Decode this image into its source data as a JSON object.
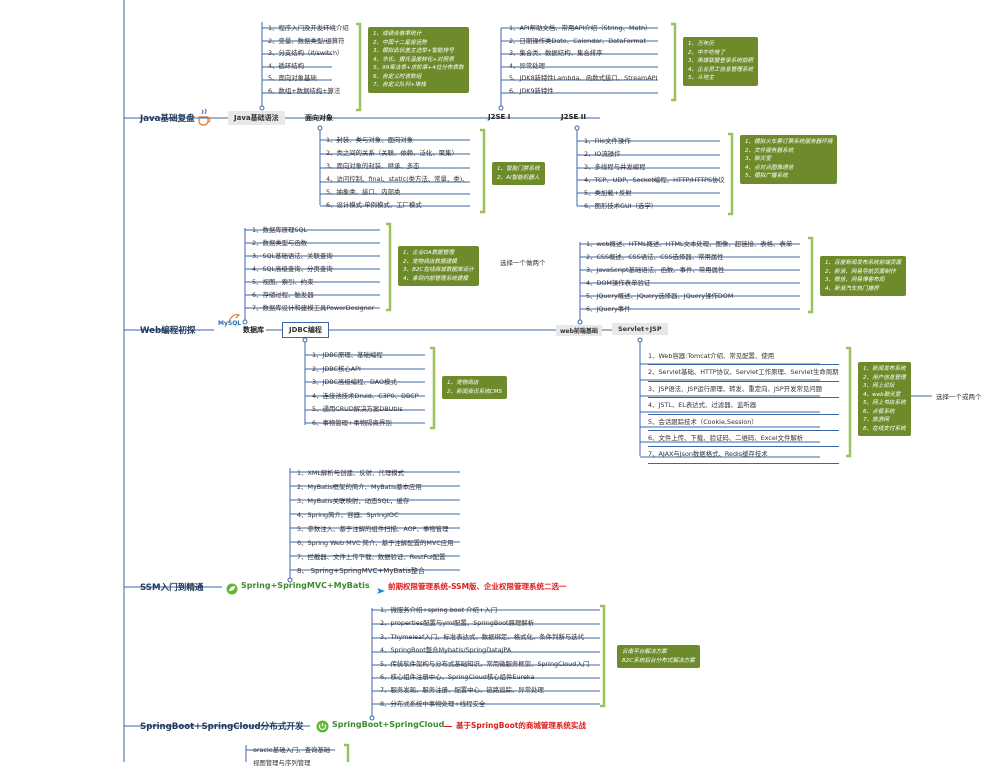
{
  "branch1": {
    "main": "Java基础复盘",
    "sub1": "Java基础语法",
    "sub2": "面向对象",
    "sub3": "J2SE I",
    "sub4": "J2SE II",
    "list_syntax": [
      "1、程序入门及开发环境介绍",
      "2、变量、数据类型/运算符",
      "3、分支结构（if/switch）",
      "4、循环结构",
      "5、面向对象基础",
      "6、数组+数据结构+算法"
    ],
    "green_syntax": [
      "1、成绩合格率统计",
      "2、中国十二星座运势",
      "3、模拟此状盖主选举+智能排号",
      "4、华氏、摄氏温度转化+对照表",
      "5、99乘法表+求阶乘+4位分布表数",
      "6、自定义时速数组",
      "7、自定义队列+堆栈"
    ],
    "list_oop": [
      "1、封装、类与对象、面向对象",
      "2、类之间的关系（关联、依赖、泛化、聚集）",
      "3、面向对象的封装、继承、多态",
      "4、访问控制、final、static(类方法、常量、类)、",
      "5、抽象类、接口、内部类",
      "6、设计模式:单例模式、工厂模式"
    ],
    "green_oop": [
      "1、智能门禁系统",
      "2、AI智能机器人"
    ],
    "list_j2se1": [
      "1、API帮助文档、常用API介绍（String、Math）",
      "2、日期操作类Date、Calendar、DataFormat",
      "3、集合类、数据结构、集合排序",
      "4、异常处理",
      "5、JDK8新特性Lambda、函数式接口、StreamAPI",
      "6、JDK9新特性"
    ],
    "green_j2se1": [
      "1、万年历",
      "2、中午吃啥了",
      "3、英雄联盟登录系统拍照",
      "4、企业员工信息管理系统",
      "5、斗地主"
    ],
    "list_j2se2": [
      "1、File文件操作",
      "2、IO流操作",
      "3、多线程与并发编程",
      "4、TCP、UDP、Socket编程、HTTP/HTTPS协议",
      "5、类加载+反射",
      "6、图形技术GUI（选学）"
    ],
    "green_j2se2": [
      "1、模拟火车票订票系统服务器环境",
      "2、文件服务器系统",
      "3、聊天室",
      "4、点对点图像通信",
      "5、模拟广播系统"
    ]
  },
  "branch2": {
    "main": "Web编程初探",
    "logo": "MySQL",
    "sub1": "数据库",
    "sub2": "JDBC编程",
    "sub3": "web前端基础",
    "sub4": "Servlet+JSP",
    "list_db": [
      "1、数据库原理SQL",
      "2、数据类型与函数",
      "3、SQL基础语法、关联查询",
      "4、SQL高级查询、分页查询",
      "5、视图、索引、约束",
      "6、存储过程、触发器",
      "7、数据库设计和建模工具PowerDesigner"
    ],
    "green_db": [
      "1、企业OA数据管理",
      "2、宠物商店数据建模",
      "3、B2C在线商城数据库设计",
      "4、拿到内部管理系统建模"
    ],
    "choose_db": "选择一个做两个",
    "list_jdbc": [
      "1、JDBC原理、基础编程",
      "2、JDBC核心API",
      "3、JDBC高级编程、DAO模式",
      "4、连接池技术Druid、C3P0、DBCP",
      "5、通用CRUD解决方案DBUtils",
      "6、事物管理+事物隔离界别"
    ],
    "green_jdbc": [
      "1、宠物商店",
      "2、新闻资讯系统CMS"
    ],
    "list_front": [
      "1、web概述、HTML概述、HTML文本处理、图像、超链接、表格、表单",
      "2、CSS概述、CSS语法、CSS选择器、常用属性",
      "3、JavaScript基础语法、函数、事件、常用属性",
      "4、DOM操作表单验证",
      "5、JQuery概述、JQuery选择器、JQuery操作DOM",
      "6、JQuery事件"
    ],
    "green_front": [
      "1、百度新闻发布系统前端页面",
      "2、新浪、网易导航页面制作",
      "3、微信、网易博客布局",
      "4、新浪汽车热门推荐"
    ],
    "list_servlet": [
      "1、Web容器:Tomcat介绍、常见配置、使用",
      "2、Servlet基础、HTTP协议、Servlet工作原理、Servlet生命周期",
      "3、JSP语法、JSP运行原理、转发、重定向、JSP开发常见问题",
      "4、JSTL、EL表达式、过滤器、监听器",
      "5、会话跟踪技术（Cookie,Session）",
      "6、文件上传、下载、验证码、二维码、Excel文件解析",
      "7、AJAX与Json数据格式、Redis缓存技术"
    ],
    "green_servlet": [
      "1、新闻发布系统",
      "2、用户信息管理",
      "3、网上论坛",
      "4、web聊天室",
      "5、网上书店系统",
      "6、点餐系统",
      "7、旅游网",
      "8、在线支付系统"
    ],
    "choose_servlet": "选择一个或两个"
  },
  "branch3": {
    "main": "SSM入门到精通",
    "sub": "Spring+SpringMVC+MyBatis",
    "project": "前期权限管理系统-SSM版、企业权限管理系统二选一",
    "list": [
      "1、XML解析与创建、反射、代理模式",
      "2、MyBatis框架的简介、MyBatis基本应用",
      "3、MyBatis关联映射，动态SQL，缓存",
      "4、Spring简介、容器、SpringIOC",
      "5、参数注入、基于注解的组件扫描、AOP、事物管理",
      "6、Spring Web MVC 简介、基于注解配置的MVC应用",
      "7、拦截器、文件上传下载、数据验证、RestFul配置",
      "8、 Spring+SpringMVC+MyBatis整合"
    ]
  },
  "branch4": {
    "main": "SpringBoot+SpringCloud分布式开发",
    "sub": "SpringBoot+SpringCloud",
    "project": "基于SpringBoot的商城管理系统实战",
    "list": [
      "1、微服务介绍+spring boot 介绍+入门",
      "2、properties配置与yml配置、SpringBoot原理解析",
      "3、Thymeleaf入门、标准表达式、数据绑定、格式化、条件判断与迭代",
      "4、SpringBoot整合Mybatis/SpringDataJPA",
      "5、传统软件架构与分布式基础知识、常用微服务框架、SpringCloud入门",
      "6、核心组件注册中心、SpringCloud核心组件Eureka",
      "7、服务发现、服务注册、配置中心、链路追踪、异常处理",
      "8、分布式系统中事物处理+线程安全"
    ],
    "green": [
      "云南平台解决方案",
      "B2C系统后台分布式解决方案"
    ]
  },
  "branch5": {
    "list": [
      "oracle基础入门、查询基础",
      "视图管理与序列管理"
    ]
  },
  "colors": {
    "accent": "#1f3a5a",
    "line": "#3b66a8",
    "green": "#6e8b2b",
    "bracket": "#9bc161",
    "red": "#e01b1b"
  }
}
